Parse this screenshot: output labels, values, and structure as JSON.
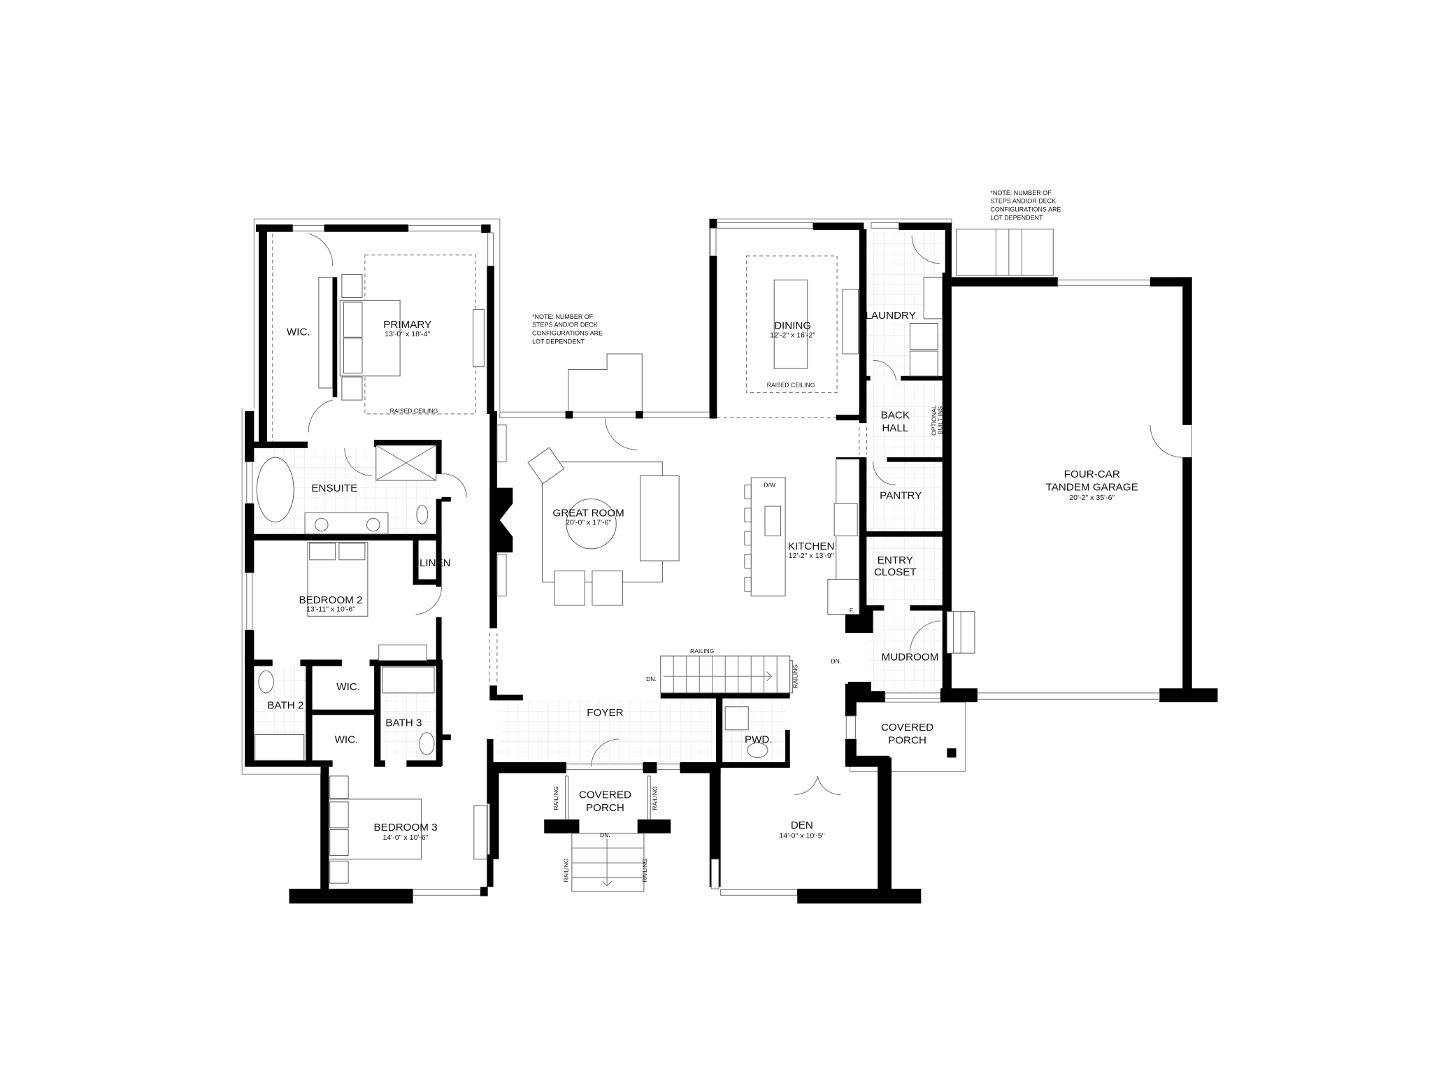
{
  "notes": {
    "deck": [
      "*NOTE: NUMBER OF",
      "STEPS AND/OR DECK",
      "CONFIGURATIONS ARE",
      "LOT DEPENDENT"
    ],
    "garage_deck": [
      "*NOTE: NUMBER OF",
      "STEPS AND/OR DECK",
      "CONFIGURATIONS ARE",
      "LOT DEPENDENT"
    ]
  },
  "rooms": {
    "primary": {
      "name": "PRIMARY",
      "dims": "13'-0\" x 18'-4\"",
      "ceiling": "RAISED CEILING"
    },
    "primary_wic": {
      "name": "WIC."
    },
    "ensuite": {
      "name": "ENSUITE"
    },
    "great_room": {
      "name": "GREAT ROOM",
      "dims": "20'-0\" x 17'-6\""
    },
    "dining": {
      "name": "DINING",
      "dims": "12'-2\" x 16'-2\"",
      "ceiling": "RAISED CEILING"
    },
    "laundry": {
      "name": "LAUNDRY"
    },
    "back_hall": {
      "name": [
        "BACK",
        "HALL"
      ],
      "built_ins": [
        "OPTIONAL",
        "BUILT INS"
      ]
    },
    "pantry": {
      "name": "PANTRY"
    },
    "garage": {
      "name": [
        "FOUR-CAR",
        "TANDEM GARAGE"
      ],
      "dims": "20'-2\" x 35'-6\""
    },
    "kitchen": {
      "name": "KITCHEN",
      "dims": "12'-2\" x 13'-9\"",
      "dishwasher": "D/W",
      "fridge": "F."
    },
    "entry_closet": {
      "name": [
        "ENTRY",
        "CLOSET"
      ]
    },
    "linen": {
      "name": "LINEN"
    },
    "bedroom2": {
      "name": "BEDROOM 2",
      "dims": "13'-11\" x 10'-6\""
    },
    "mudroom": {
      "name": "MUDROOM"
    },
    "bath2": {
      "name": "BATH 2"
    },
    "bath3": {
      "name": "BATH 3"
    },
    "wic2": {
      "name": "WIC."
    },
    "wic3": {
      "name": "WIC."
    },
    "foyer": {
      "name": "FOYER"
    },
    "powder": {
      "name": "PWD."
    },
    "side_porch": {
      "name": [
        "COVERED",
        "PORCH"
      ]
    },
    "front_porch": {
      "name": [
        "COVERED",
        "PORCH"
      ]
    },
    "bedroom3": {
      "name": "BEDROOM 3",
      "dims": "14'-0\" x 10'-6\""
    },
    "den": {
      "name": "DEN",
      "dims": "14'-0\" x 10'-5\""
    }
  },
  "annotations": {
    "railing": "RAILING",
    "down": "DN."
  }
}
